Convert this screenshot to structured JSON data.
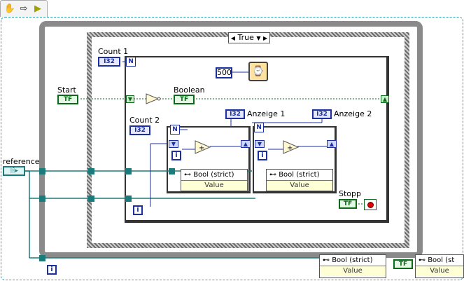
{
  "toolbar": {
    "icons": [
      "hand-icon",
      "arrow-icon",
      "run-icon"
    ]
  },
  "case_selector": {
    "label": "True"
  },
  "labels": {
    "count1": "Count 1",
    "count2": "Count 2",
    "start": "Start",
    "boolean": "Boolean",
    "anzeige1": "Anzeige 1",
    "anzeige2": "Anzeige 2",
    "stopp": "Stopp",
    "reference": "reference"
  },
  "terminals": {
    "i32": "I32",
    "tf": "TF",
    "n": "N",
    "i": "i",
    "const_500": "500"
  },
  "property_nodes": {
    "loop1": {
      "top": "Bool (strict)",
      "value": "Value"
    },
    "loop2": {
      "top": "Bool (strict)",
      "value": "Value"
    },
    "outer1": {
      "top": "Bool (strict)",
      "value": "Value"
    },
    "outer2": {
      "top": "Bool (st",
      "value": "Value"
    }
  },
  "colors": {
    "wire_teal": "#1b7a7a",
    "wire_blue": "#1b2fa0",
    "wire_green": "#0a6a1a",
    "frame": "#8a8a8a"
  }
}
